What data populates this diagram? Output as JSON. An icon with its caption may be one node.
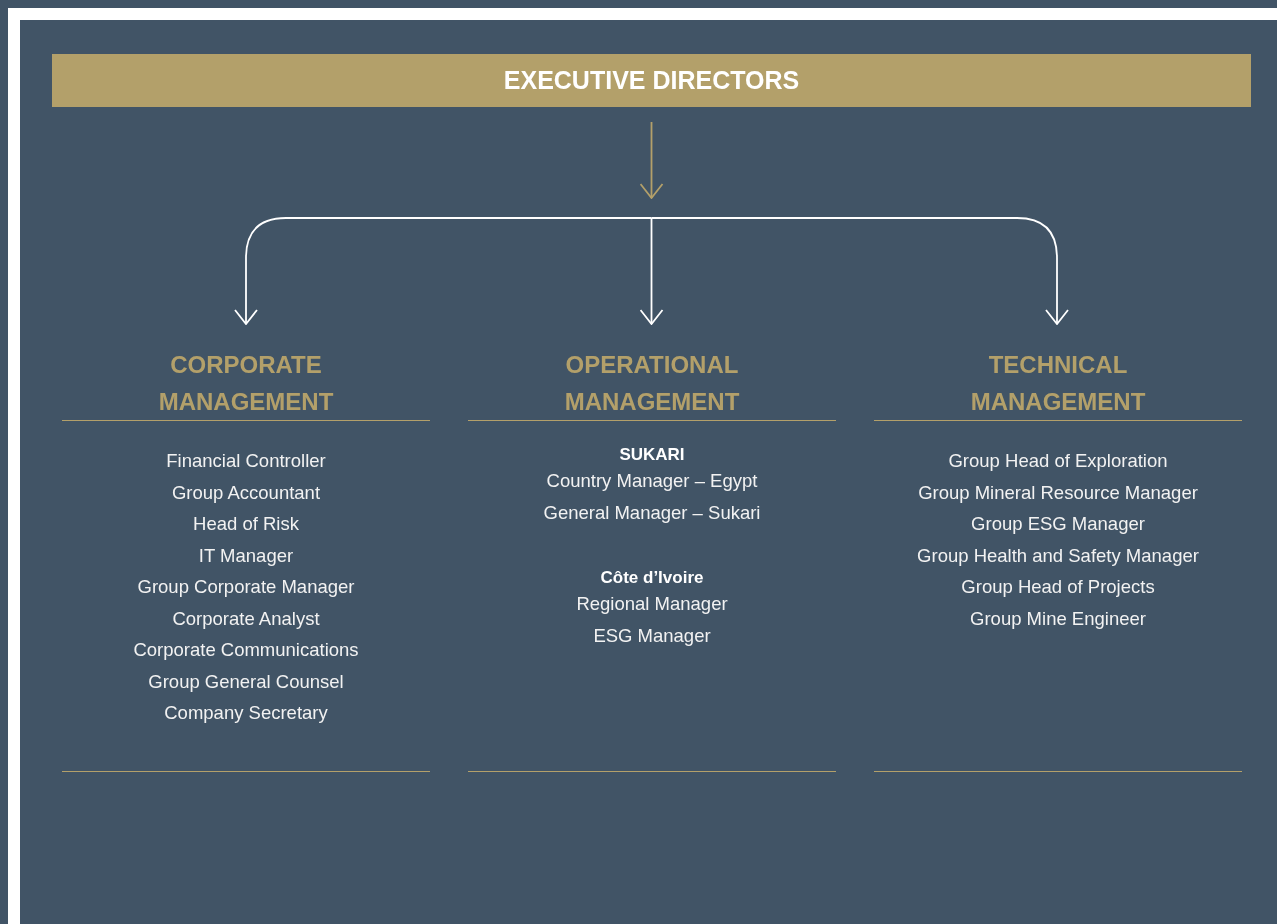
{
  "diagram": {
    "nodes": [
      {
        "text": [
          "EXECUTIVE DIRECTORS"
        ]
      },
      {
        "text": [
          "CORPORATE MANAGEMENT",
          "Financial Controller",
          "Group Accountant",
          "Head of Risk",
          "IT Manager",
          "Group Corporate Manager",
          "Corporate Analyst",
          "Corporate Communications",
          "Group General Counsel",
          "Company Secretary"
        ]
      },
      {
        "text": [
          "OPERATIONAL MANAGEMENT"
        ]
      },
      {
        "text": [
          "SUKARI",
          "Country Manager – Egypt",
          "General Manager – Sukari"
        ],
        "in": 2
      },
      {
        "text": [
          "Côte d’Ivoire",
          "Regional Manager",
          "ESG Manager"
        ],
        "in": 2
      },
      {
        "text": [
          "TECHNICAL MANAGEMENT",
          "Group Head of Exploration",
          "Group Mineral Resource Manager",
          "Group ESG Manager",
          "Group Health and Safety Manager",
          "Group Head of Projects",
          "Group Mine Engineer"
        ]
      }
    ],
    "edges": [
      {
        "from": 0,
        "to": null,
        "arrow": "to",
        "color": "#b3a06a"
      },
      {
        "from": null,
        "to": 1,
        "arrow": "to"
      },
      {
        "from": null,
        "to": 2,
        "arrow": "to"
      },
      {
        "from": null,
        "to": 5,
        "arrow": "to"
      }
    ]
  }
}
